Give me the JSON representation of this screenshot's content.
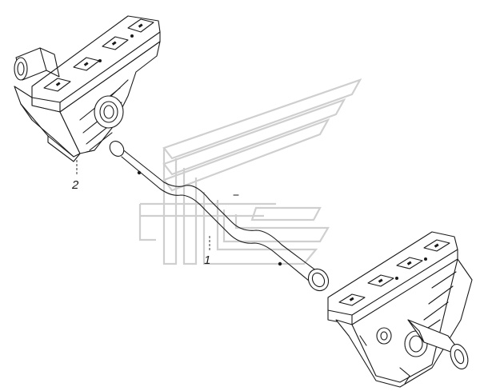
{
  "callouts": [
    {
      "id": "part-1",
      "label": "1"
    },
    {
      "id": "part-2",
      "label": "2"
    }
  ],
  "colors": {
    "line": "#1a1a1a",
    "watermark": "#cfcfcf",
    "background": "#ffffff"
  }
}
